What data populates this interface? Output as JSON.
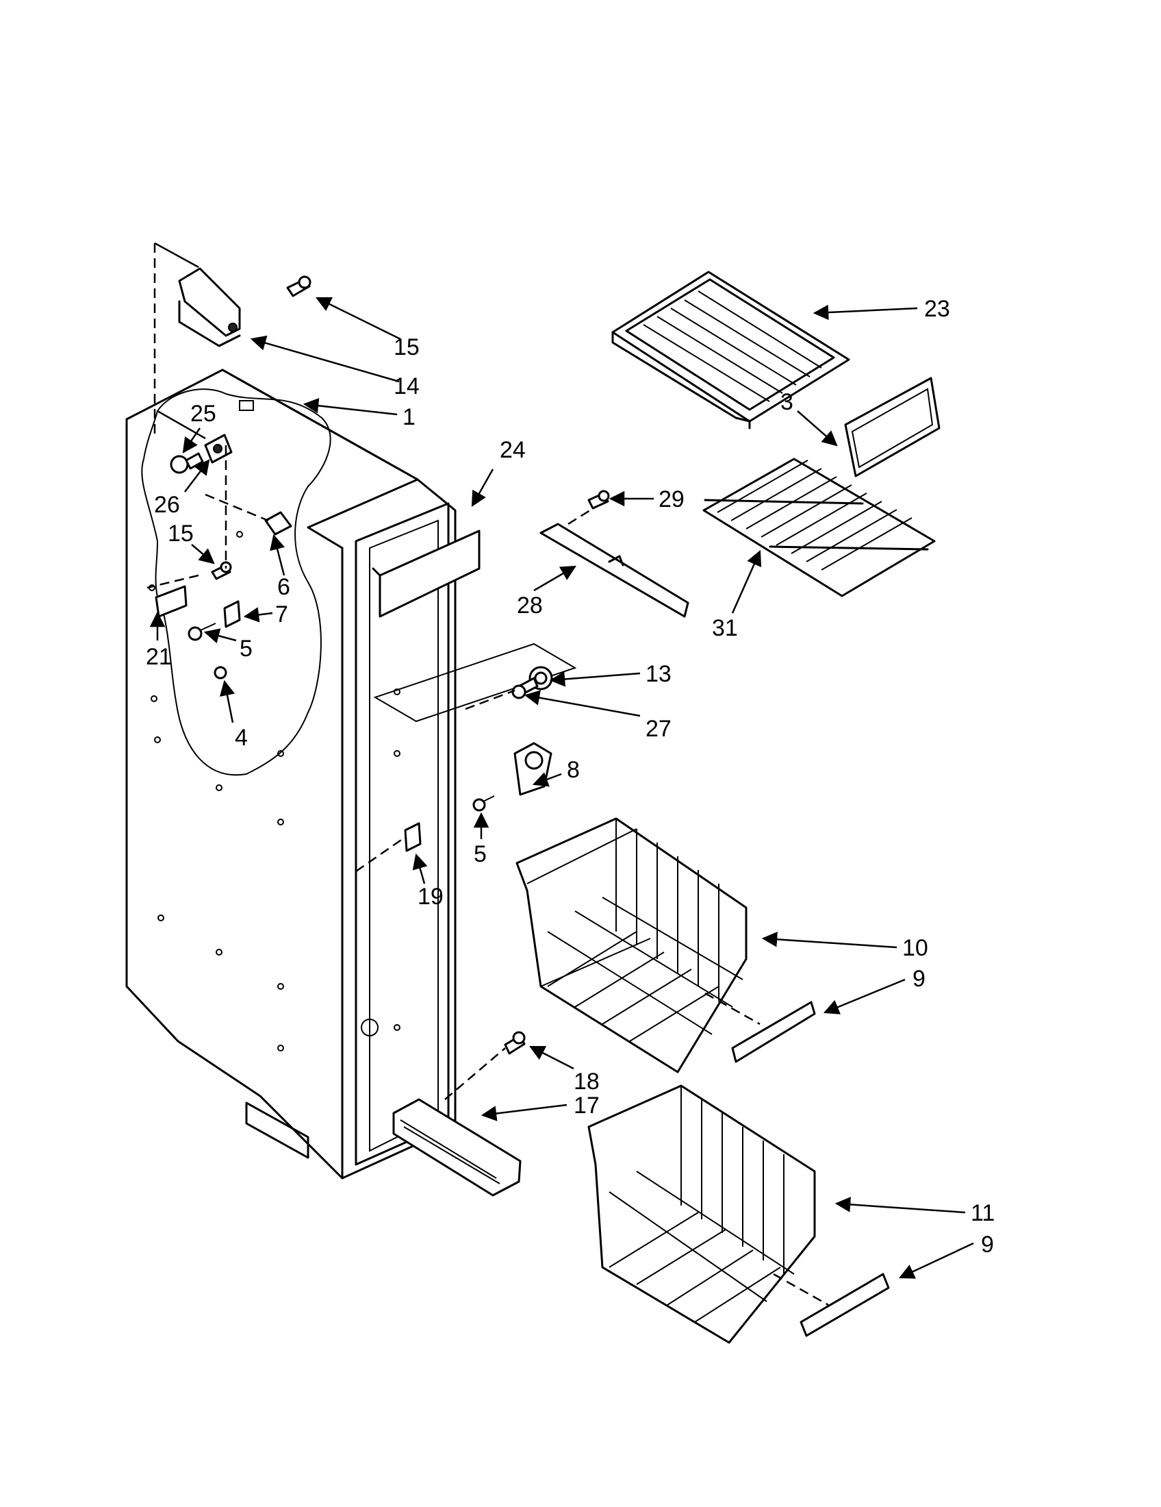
{
  "callouts": [
    {
      "id": "c15a",
      "label": "15"
    },
    {
      "id": "c14",
      "label": "14"
    },
    {
      "id": "c1",
      "label": "1"
    },
    {
      "id": "c25",
      "label": "25"
    },
    {
      "id": "c26",
      "label": "26"
    },
    {
      "id": "c15b",
      "label": "15"
    },
    {
      "id": "c6",
      "label": "6"
    },
    {
      "id": "c7",
      "label": "7"
    },
    {
      "id": "c5a",
      "label": "5"
    },
    {
      "id": "c21",
      "label": "21"
    },
    {
      "id": "c4",
      "label": "4"
    },
    {
      "id": "c24",
      "label": "24"
    },
    {
      "id": "c23",
      "label": "23"
    },
    {
      "id": "c3",
      "label": "3"
    },
    {
      "id": "c29",
      "label": "29"
    },
    {
      "id": "c28",
      "label": "28"
    },
    {
      "id": "c31",
      "label": "31"
    },
    {
      "id": "c13",
      "label": "13"
    },
    {
      "id": "c27",
      "label": "27"
    },
    {
      "id": "c8",
      "label": "8"
    },
    {
      "id": "c5b",
      "label": "5"
    },
    {
      "id": "c19",
      "label": "19"
    },
    {
      "id": "c10",
      "label": "10"
    },
    {
      "id": "c9a",
      "label": "9"
    },
    {
      "id": "c18",
      "label": "18"
    },
    {
      "id": "c17",
      "label": "17"
    },
    {
      "id": "c11",
      "label": "11"
    },
    {
      "id": "c9b",
      "label": "9"
    }
  ]
}
